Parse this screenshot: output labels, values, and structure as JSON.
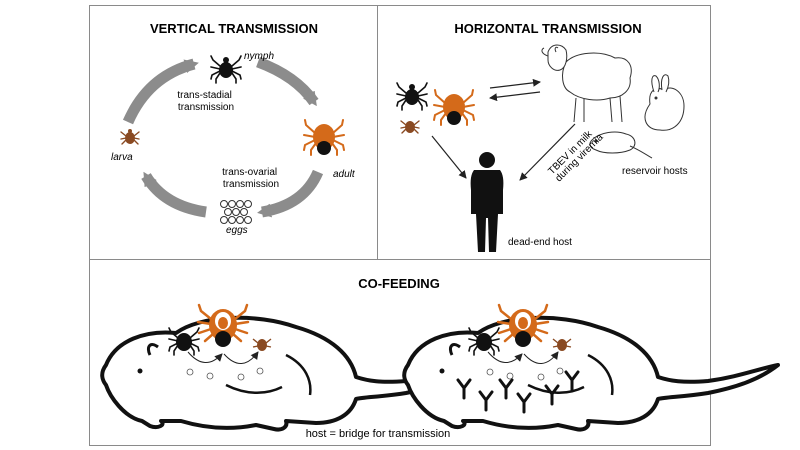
{
  "colors": {
    "tick_dark": "#111111",
    "tick_brown": "#8a4a22",
    "tick_orange": "#d46a1a",
    "arrow_grey": "#8c8c8c",
    "border": "#8a8a8a"
  },
  "vertical": {
    "title": "VERTICAL TRANSMISSION",
    "nymph": "nymph",
    "adult": "adult",
    "larva": "larva",
    "eggs": "eggs",
    "trans_stadial_line1": "trans-stadial",
    "trans_stadial_line2": "transmission",
    "trans_ovarial_line1": "trans-ovarial",
    "trans_ovarial_line2": "transmission"
  },
  "horizontal": {
    "title": "HORIZONTAL TRANSMISSION",
    "milk_line1": "TBEV in milk",
    "milk_line2": "during viremia",
    "reservoir_hosts": "reservoir hosts",
    "dead_end_host": "dead-end host",
    "icons": [
      "tick-icon",
      "sheep-icon",
      "rabbit-icon",
      "rat-icon",
      "human-silhouette-icon"
    ]
  },
  "cofeeding": {
    "title": "CO-FEEDING",
    "caption": "host = bridge for transmission",
    "icons": [
      "rodent-icon",
      "tick-icon",
      "virus-particle-icon",
      "antibody-icon"
    ]
  }
}
